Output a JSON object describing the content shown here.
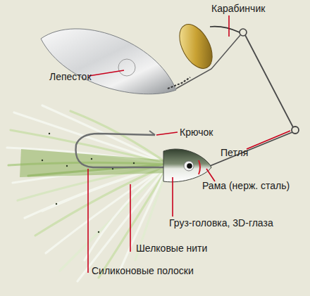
{
  "diagram": {
    "labels": [
      "Лепесток",
      "Карабинчик",
      "Крючок",
      "Петля",
      "Рама (нерж. сталь)",
      "Груз-головка, 3D-глаза",
      "Шелковые нити",
      "Силиконовые полоски"
    ]
  }
}
